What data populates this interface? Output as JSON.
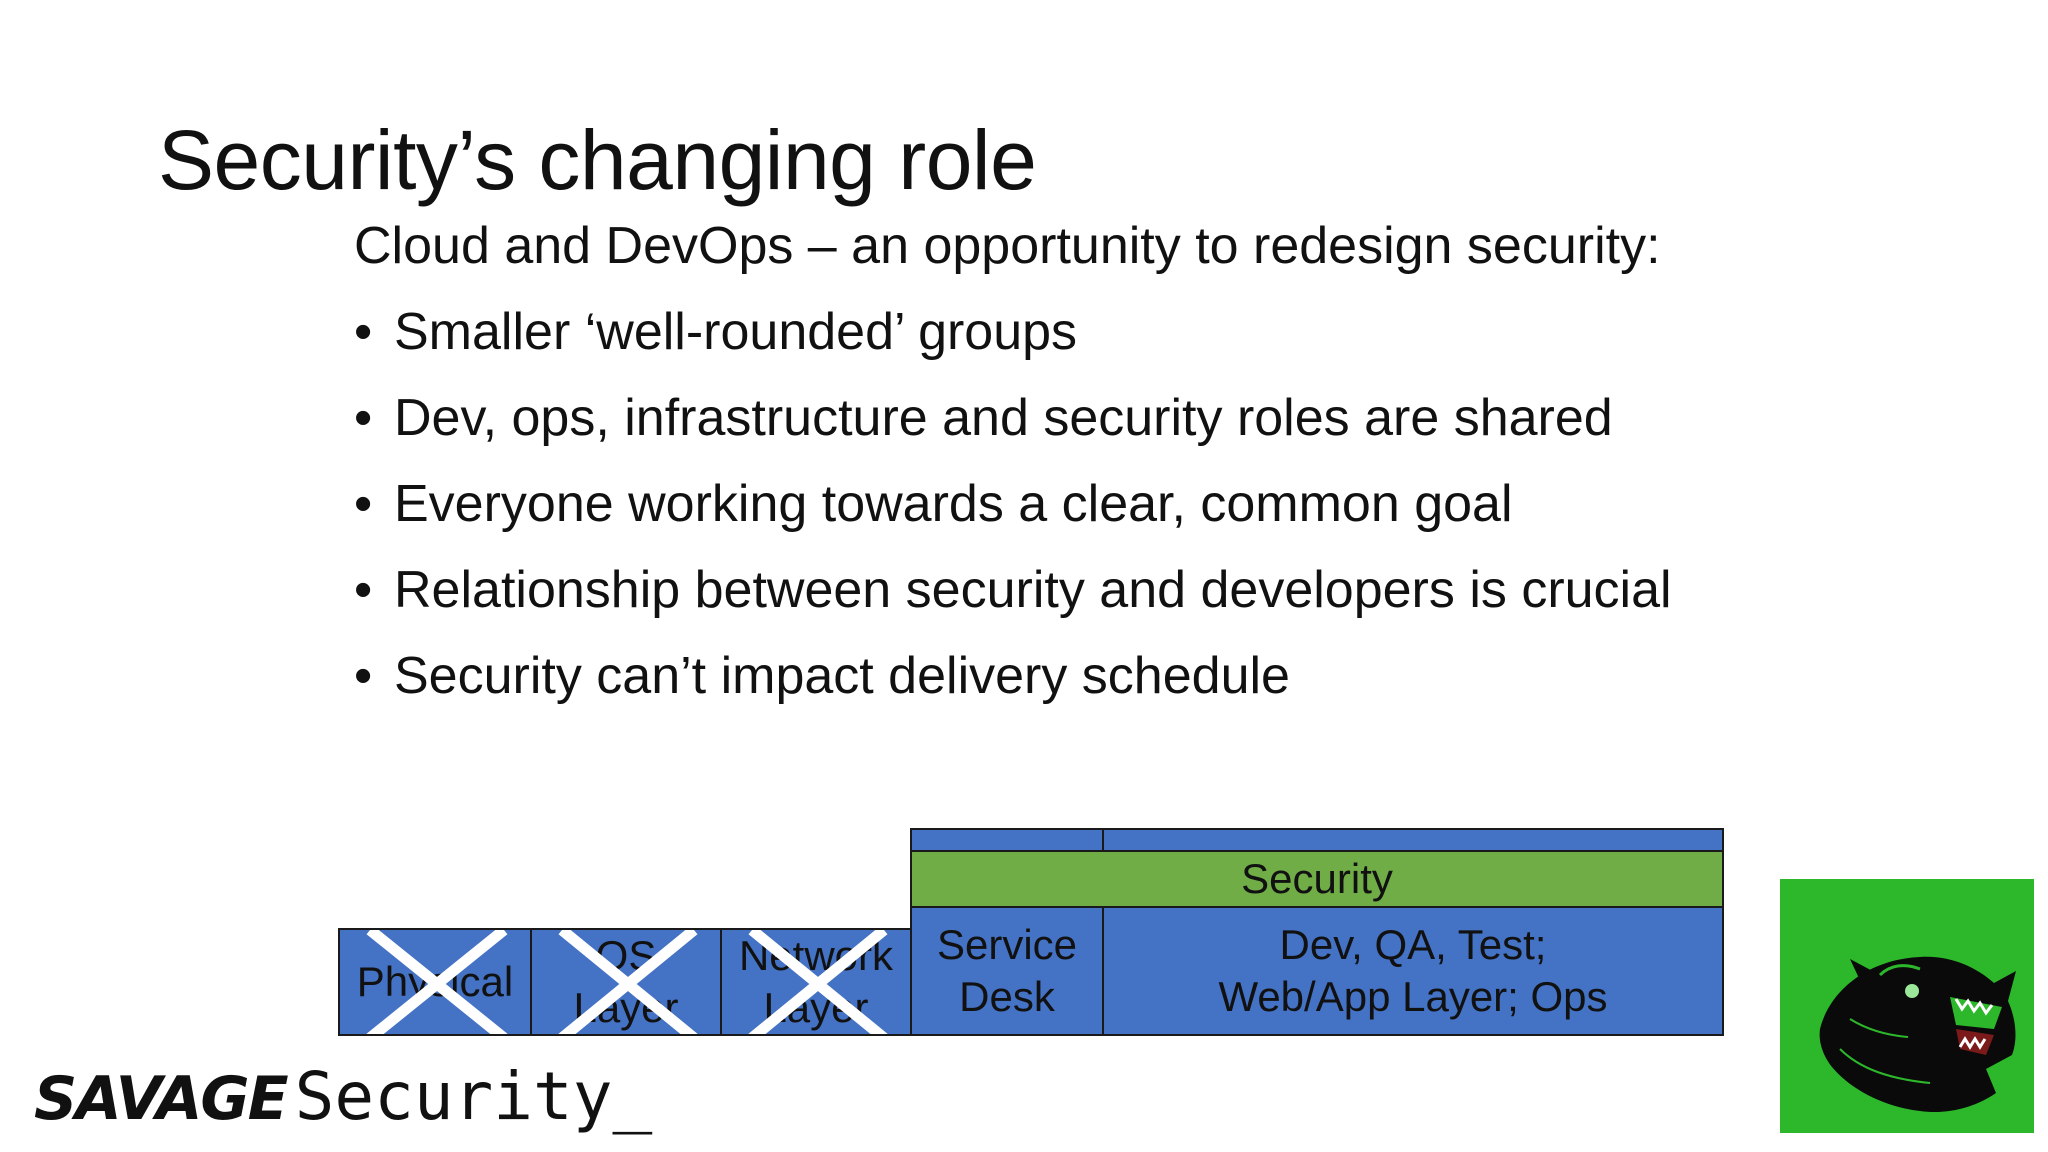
{
  "slide": {
    "title": "Security’s changing role",
    "intro": "Cloud and DevOps – an opportunity to redesign security:",
    "bullet_char": "•",
    "bullets": [
      "Smaller ‘well-rounded’ groups",
      "Dev, ops, infrastructure and security roles are shared",
      "Everyone working towards a clear, common goal",
      "Relationship between security and developers is crucial",
      "Security can’t impact delivery schedule"
    ]
  },
  "stack": {
    "physical": "Physical",
    "os_layer": "OS\nLayer",
    "network_layer": "Network\nLayer",
    "service_desk": "Service\nDesk",
    "dev_stack": "Dev, QA, Test;\nWeb/App Layer; Ops",
    "security": "Security"
  },
  "logo": {
    "savage": "SAVAGE",
    "security": "Security_"
  },
  "colors": {
    "box_blue": "#4472c4",
    "security_green": "#70ad47",
    "mascot_bg": "#2db82b"
  },
  "icons": {
    "crossed_out": "cross-icon",
    "mascot": "panther-head-icon"
  }
}
